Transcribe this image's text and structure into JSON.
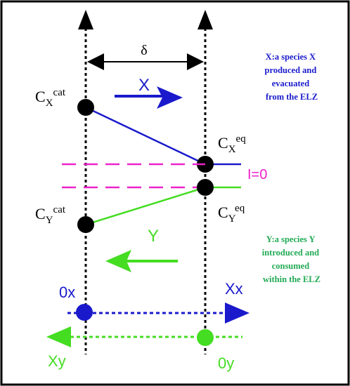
{
  "diagram": {
    "delta_label": "δ",
    "x_arrow_label": "X",
    "y_arrow_label": "Y",
    "current_label": "I=0",
    "cx_cat": {
      "base": "C",
      "sub": "X",
      "sup": "cat"
    },
    "cx_eq": {
      "base": "C",
      "sub": "X",
      "sup": "eq"
    },
    "cy_cat": {
      "base": "C",
      "sub": "Y",
      "sup": "cat"
    },
    "cy_eq": {
      "base": "C",
      "sub": "Y",
      "sup": "eq"
    },
    "note_x": [
      "X:a species X",
      "produced and",
      "evacuated",
      "from the ELZ"
    ],
    "note_y": [
      "Y:a species Y",
      "introduced and",
      "consumed",
      "within the ELZ"
    ],
    "origin_x": "0x",
    "end_x": "Xx",
    "origin_y": "0y",
    "end_y": "Xy",
    "colors": {
      "x_species": "#1a1acc",
      "y_species": "#44dd22",
      "current": "#ee22cc",
      "note_x": "#1a1acc",
      "note_y": "#22aa55",
      "axis": "#000000"
    }
  }
}
